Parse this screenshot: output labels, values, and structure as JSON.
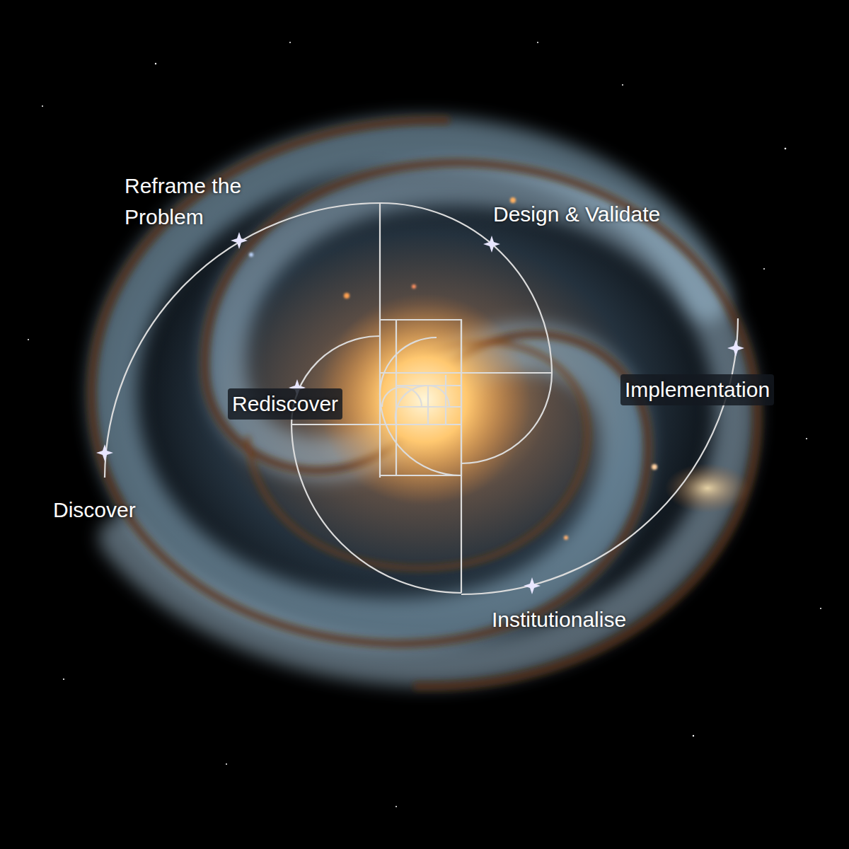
{
  "diagram": {
    "labels": [
      "Reframe the Problem",
      "Design & Validate",
      "Rediscover",
      "Implementation",
      "Discover",
      "Institutionalise"
    ]
  }
}
